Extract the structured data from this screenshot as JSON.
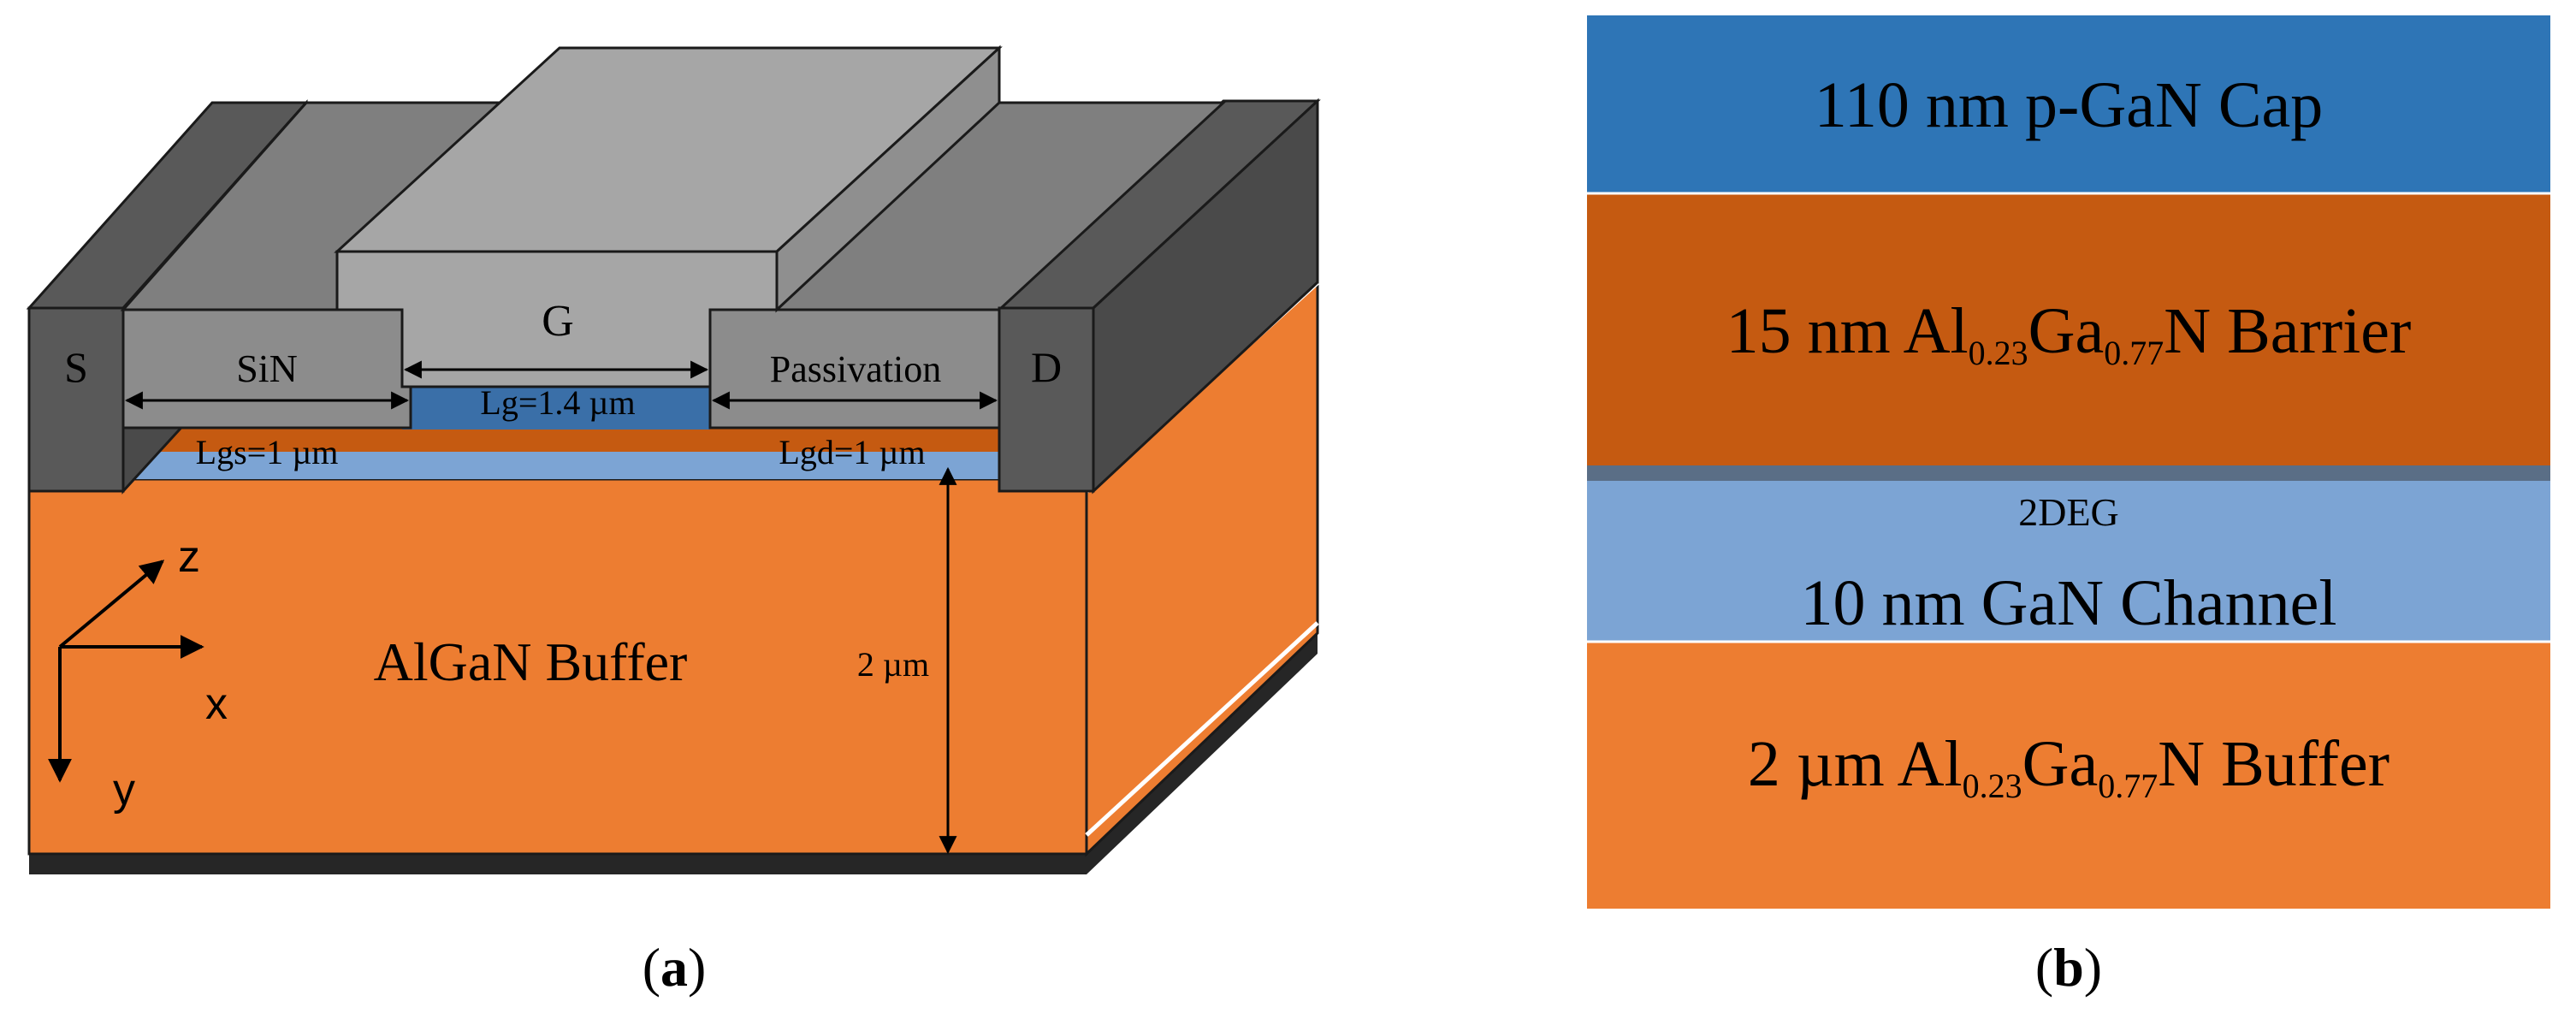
{
  "panel_a": {
    "caption": "a",
    "labels": {
      "source": "S",
      "drain": "D",
      "gate": "G",
      "sin": "SiN",
      "passivation": "Passivation",
      "lg": "Lg=1.4 µm",
      "lgs": "Lgs=1 µm",
      "lgd": "Lgd=1 µm",
      "buffer": "AlGaN Buffer",
      "thickness": "2 µm"
    },
    "axes": {
      "z": "z",
      "x": "x",
      "y": "y"
    },
    "colors": {
      "buffer": "#ED7D31",
      "barrier": "#C55A11",
      "channel": "#7CA4D4",
      "cap": "#3A6FA8",
      "contact": "#595959",
      "passivation": "#8C8C8C",
      "gate": "#A6A6A6"
    }
  },
  "panel_b": {
    "caption": "b",
    "layers": [
      {
        "prefix": "110 nm p-GaN Cap",
        "color": "#2E75B6"
      },
      {
        "prefix": "15 nm Al",
        "sub1": "0.23",
        "mid": "Ga",
        "sub2": "0.77",
        "suffix": "N Barrier",
        "color": "#C55A11"
      },
      {
        "twodeg": "2DEG",
        "prefix": "10 nm GaN Channel",
        "color": "#7CA4D4"
      },
      {
        "prefix": "2 µm Al",
        "sub1": "0.23",
        "mid": "Ga",
        "sub2": "0.77",
        "suffix": "N Buffer",
        "color": "#ED7D31"
      }
    ]
  }
}
